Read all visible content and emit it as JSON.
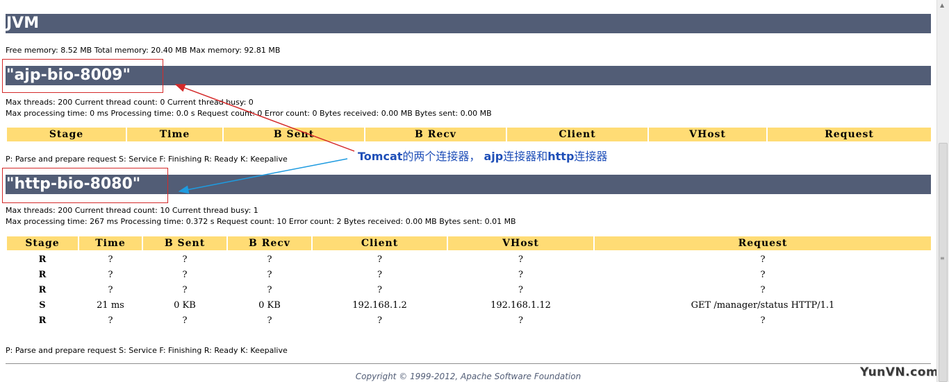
{
  "jvm": {
    "title": "JVM",
    "memory": "Free memory: 8.52 MB Total memory: 20.40 MB Max memory: 92.81 MB"
  },
  "ajp": {
    "title": "\"ajp-bio-8009\"",
    "threads": "Max threads: 200 Current thread count: 0 Current thread busy: 0",
    "processing": "Max processing time: 0 ms Processing time: 0.0 s Request count: 0 Error count: 0 Bytes received: 0.00 MB Bytes sent: 0.00 MB",
    "legend": "P: Parse and prepare request S: Service F: Finishing R: Ready K: Keepalive"
  },
  "http": {
    "title": "\"http-bio-8080\"",
    "threads": "Max threads: 200 Current thread count: 10 Current thread busy: 1",
    "processing": "Max processing time: 267 ms Processing time: 0.372 s Request count: 10 Error count: 2 Bytes received: 0.00 MB Bytes sent: 0.01 MB",
    "legend": "P: Parse and prepare request S: Service F: Finishing R: Ready K: Keepalive",
    "rows": [
      [
        "R",
        "?",
        "?",
        "?",
        "?",
        "?",
        "?"
      ],
      [
        "R",
        "?",
        "?",
        "?",
        "?",
        "?",
        "?"
      ],
      [
        "R",
        "?",
        "?",
        "?",
        "?",
        "?",
        "?"
      ],
      [
        "S",
        "21 ms",
        "0 KB",
        "0 KB",
        "192.168.1.2",
        "192.168.1.12",
        "GET /manager/status HTTP/1.1"
      ],
      [
        "R",
        "?",
        "?",
        "?",
        "?",
        "?",
        "?"
      ]
    ]
  },
  "table_headers": [
    "Stage",
    "Time",
    "B Sent",
    "B Recv",
    "Client",
    "VHost",
    "Request"
  ],
  "annotation": {
    "part1": "Tomcat",
    "part2": "的两个连接器，",
    "part3": "ajp",
    "part4": "连接器和",
    "part5": "http",
    "part6": "连接器"
  },
  "copyright": "Copyright © 1999-2012, Apache Software Foundation",
  "watermark": "YunVN.com",
  "colors": {
    "header_bar": "#525d76",
    "table_header": "#ffdc75",
    "annotation_box": "#d42a2a",
    "annotation_text": "#1f4fb8"
  }
}
